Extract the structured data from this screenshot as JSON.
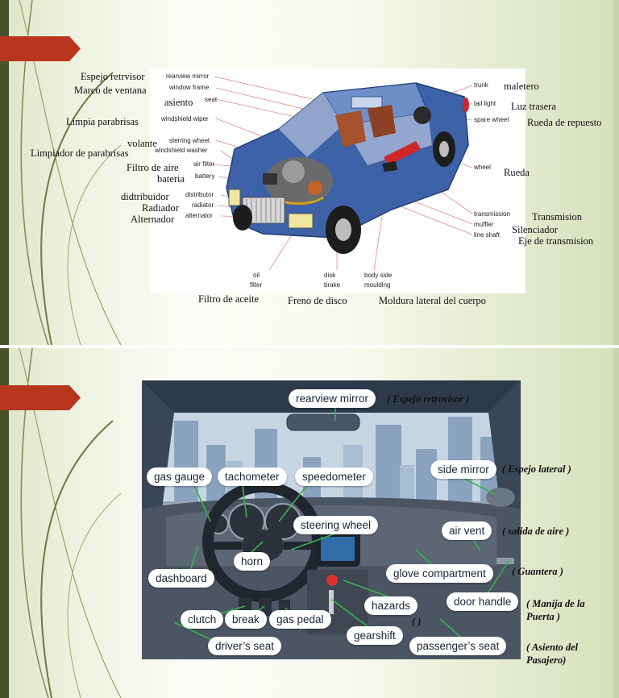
{
  "slide1": {
    "spanish_labels": [
      {
        "id": "espejo",
        "text": "Espejo retrvisor"
      },
      {
        "id": "marco",
        "text": "Marco de ventana"
      },
      {
        "id": "asiento",
        "text": "asiento"
      },
      {
        "id": "limpia",
        "text": "Limpia parabrisas"
      },
      {
        "id": "volante",
        "text": "volante"
      },
      {
        "id": "limpiador",
        "text": "Limpiador de parabrisas"
      },
      {
        "id": "filtro-aire",
        "text": "Filtro de aire"
      },
      {
        "id": "bateria",
        "text": "bateria"
      },
      {
        "id": "distribuidor",
        "text": "didtribuidor"
      },
      {
        "id": "radiador",
        "text": "Radiador"
      },
      {
        "id": "alternador",
        "text": "Alternador"
      },
      {
        "id": "maletero",
        "text": "maletero"
      },
      {
        "id": "luz-trasera",
        "text": "Luz trasera"
      },
      {
        "id": "rueda-repuesto",
        "text": "Rueda de repuesto"
      },
      {
        "id": "rueda",
        "text": "Rueda"
      },
      {
        "id": "transmision",
        "text": "Transmision"
      },
      {
        "id": "silenciador",
        "text": "Silenciador"
      },
      {
        "id": "eje",
        "text": "Eje de transmision"
      },
      {
        "id": "filtro-aceite",
        "text": "Filtro de aceite"
      },
      {
        "id": "freno",
        "text": "Freno de disco"
      },
      {
        "id": "moldura",
        "text": "Moldura lateral del cuerpo"
      }
    ],
    "english_labels": [
      {
        "id": "rearview",
        "text": "rearview mirror"
      },
      {
        "id": "window-frame",
        "text": "window frame"
      },
      {
        "id": "seat",
        "text": "seat"
      },
      {
        "id": "wiper",
        "text": "windshield wiper"
      },
      {
        "id": "steering",
        "text": "sterring wheel"
      },
      {
        "id": "washer",
        "text": "windshield washer"
      },
      {
        "id": "air-filter",
        "text": "air filter"
      },
      {
        "id": "battery",
        "text": "battery"
      },
      {
        "id": "distributor",
        "text": "distributor"
      },
      {
        "id": "radiator",
        "text": "radiator"
      },
      {
        "id": "alternator",
        "text": "alternator"
      },
      {
        "id": "trunk",
        "text": "trunk"
      },
      {
        "id": "tail-light",
        "text": "tail light"
      },
      {
        "id": "spare",
        "text": "spare wheel"
      },
      {
        "id": "wheel",
        "text": "wheel"
      },
      {
        "id": "transmission",
        "text": "transmission"
      },
      {
        "id": "muffler",
        "text": "muffler"
      },
      {
        "id": "line-shaft",
        "text": "line shaft"
      },
      {
        "id": "oil",
        "text": "oil"
      },
      {
        "id": "filter",
        "text": "filter"
      },
      {
        "id": "disk",
        "text": "disk"
      },
      {
        "id": "brake",
        "text": "brake"
      },
      {
        "id": "body-side",
        "text": "body side"
      },
      {
        "id": "moulding",
        "text": "moulding"
      }
    ]
  },
  "slide2": {
    "pills": [
      {
        "id": "rearview-mirror",
        "text": "rearview mirror"
      },
      {
        "id": "gas-gauge",
        "text": "gas gauge"
      },
      {
        "id": "tachometer",
        "text": "tachometer"
      },
      {
        "id": "speedometer",
        "text": "speedometer"
      },
      {
        "id": "side-mirror",
        "text": "side mirror"
      },
      {
        "id": "steering-wheel",
        "text": "steering wheel"
      },
      {
        "id": "air-vent",
        "text": "air vent"
      },
      {
        "id": "horn",
        "text": "horn"
      },
      {
        "id": "dashboard",
        "text": "dashboard"
      },
      {
        "id": "glove-compartment",
        "text": "glove compartment"
      },
      {
        "id": "door-handle",
        "text": "door handle"
      },
      {
        "id": "hazards",
        "text": "hazards"
      },
      {
        "id": "clutch",
        "text": "clutch"
      },
      {
        "id": "break",
        "text": "break"
      },
      {
        "id": "gas-pedal",
        "text": "gas pedal"
      },
      {
        "id": "gearshift",
        "text": "gearshift"
      },
      {
        "id": "drivers-seat",
        "text": "driver’s seat"
      },
      {
        "id": "passengers-seat",
        "text": "passenger’s seat"
      }
    ],
    "translations": [
      {
        "id": "espejo",
        "text": "( Espejo retrovisor )"
      },
      {
        "id": "lateral",
        "text": "( Espejo lateral )"
      },
      {
        "id": "salida",
        "text": "( salida de aire )"
      },
      {
        "id": "guantera",
        "text": "( Guantera )"
      },
      {
        "id": "manija",
        "text": "( Manija de la Puerta )"
      },
      {
        "id": "blank",
        "text": "( )"
      },
      {
        "id": "asiento",
        "text": "( Asiento del Pasajero)"
      }
    ]
  },
  "colors": {
    "banner": "#b8361e",
    "car_body": "#3d62a8",
    "pill_text": "#1a2436"
  }
}
